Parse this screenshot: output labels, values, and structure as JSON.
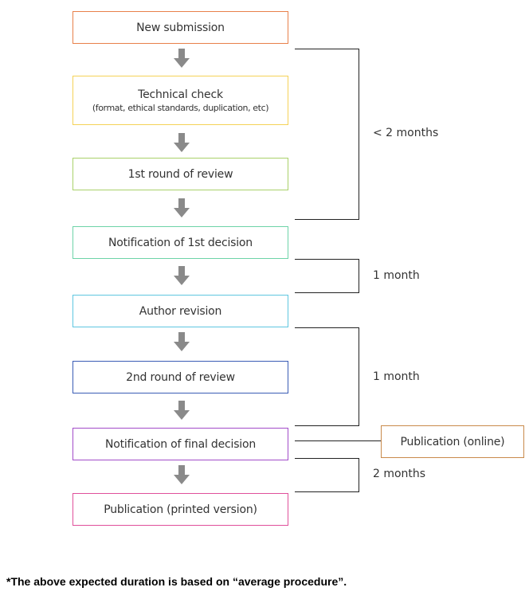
{
  "colors": {
    "step1": "#e8804a",
    "step2": "#f5d257",
    "step3": "#a9d16a",
    "step4": "#6dd3a8",
    "step5": "#5ec6e0",
    "step6": "#3a5cb5",
    "step7": "#a24cc9",
    "step8": "#e0509b",
    "arrow": "#8a8a8a",
    "online": "#c98a4b"
  },
  "steps": [
    {
      "label": "New submission"
    },
    {
      "label": "Technical check",
      "sublabel": "(format, ethical standards, duplication, etc)"
    },
    {
      "label": "1st round of review"
    },
    {
      "label": "Notification of 1st decision"
    },
    {
      "label": "Author revision"
    },
    {
      "label": "2nd round of review"
    },
    {
      "label": "Notification of final decision"
    },
    {
      "label": "Publication (printed version)"
    }
  ],
  "durations": [
    "< 2 months",
    "1 month",
    "1 month",
    "2 months"
  ],
  "online_publication": "Publication (online)",
  "footnote": "*The above expected duration is based on “average procedure”."
}
